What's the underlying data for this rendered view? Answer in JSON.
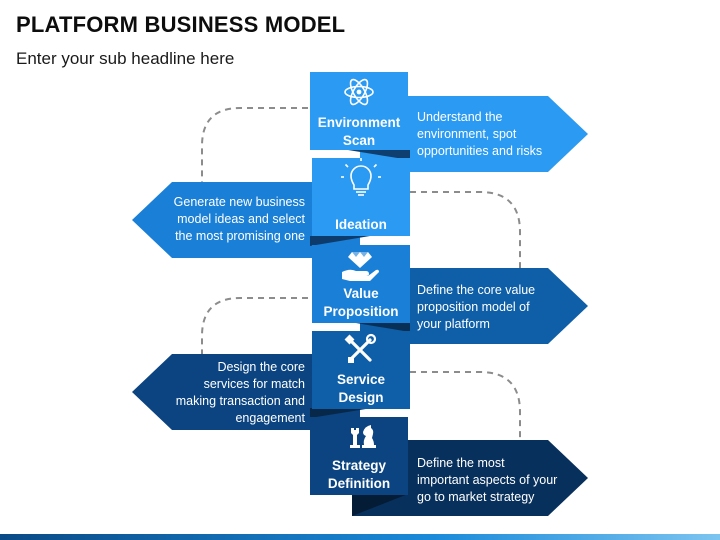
{
  "header": {
    "title": "PLATFORM BUSINESS MODEL",
    "subtitle": "Enter your sub headline here"
  },
  "steps": [
    {
      "label_line1": "Environment",
      "label_line2": "Scan",
      "icon": "atom-icon",
      "description": [
        "Understand the",
        "environment, spot",
        "opportunities and risks"
      ],
      "side": "right",
      "box_color": "#2b9af3",
      "arrow_color": "#2b9af3"
    },
    {
      "label_line1": "Ideation",
      "label_line2": "",
      "icon": "lightbulb-icon",
      "description": [
        "Generate new business",
        "model ideas and select",
        "the most promising one"
      ],
      "side": "left",
      "box_color": "#2b9af3",
      "arrow_color": "#1a7fd6"
    },
    {
      "label_line1": "Value",
      "label_line2": "Proposition",
      "icon": "hand-diamond-icon",
      "description": [
        "Define the core value",
        "proposition model of",
        "your platform"
      ],
      "side": "right",
      "box_color": "#1a7fd6",
      "arrow_color": "#0e5fa8"
    },
    {
      "label_line1": "Service",
      "label_line2": "Design",
      "icon": "tools-icon",
      "description": [
        "Design the core",
        "services for match",
        "making transaction and",
        "engagement"
      ],
      "side": "left",
      "box_color": "#0e5fa8",
      "arrow_color": "#0b4480"
    },
    {
      "label_line1": "Strategy",
      "label_line2": "Definition",
      "icon": "chess-icon",
      "description": [
        "Define the most",
        "important aspects of your",
        "go to market strategy"
      ],
      "side": "right",
      "box_color": "#0b4480",
      "arrow_color": "#08305c"
    }
  ]
}
